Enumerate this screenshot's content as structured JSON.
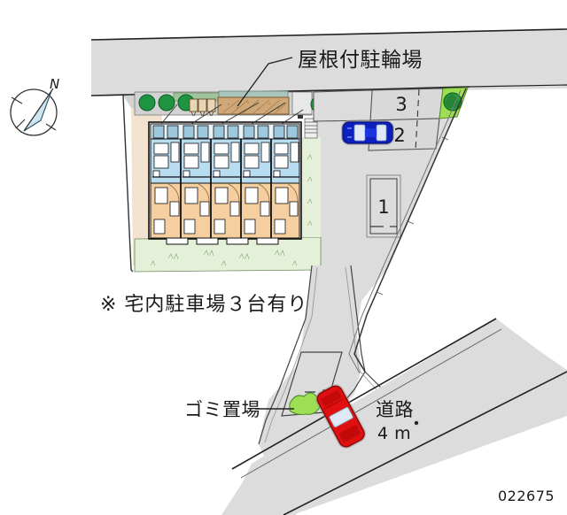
{
  "document": {
    "type": "property-site-plan",
    "id_number": "022675",
    "background_color": "#ffffff"
  },
  "compass": {
    "name": "north-arrow",
    "direction_label": "N",
    "needle_color": "#cfe6f2",
    "outline_color": "#333333"
  },
  "annotations": {
    "bicycle_parking": "屋根付駐輪場",
    "note_parking": "※ 宅内駐車場３台有り",
    "trash_area": "ゴミ置場",
    "road_name": "道路",
    "road_width": "4 m"
  },
  "parking_spaces": [
    {
      "label": "1",
      "occupied": false
    },
    {
      "label": "2",
      "occupied": true,
      "car_color": "#0e1fc0"
    },
    {
      "label": "3",
      "occupied": false
    }
  ],
  "vehicles": [
    {
      "name": "blue-car",
      "color": "#0e1fc0",
      "location": "parking-space-2"
    },
    {
      "name": "red-car",
      "color": "#e01010",
      "location": "road"
    }
  ],
  "building": {
    "name": "apartment-building",
    "unit_count": 5,
    "upper_room_color": "#b8dcf0",
    "lower_room_color": "#f5cfa0",
    "outline_color": "#111111"
  },
  "landscape": {
    "lawn_color": "#e4f0d8",
    "tree_color": "#1f9440",
    "shrub_color": "#9ede55",
    "tree_count_top_left": 3,
    "tree_count_top_right": 1
  },
  "surfaces": {
    "road_color": "#d9d9d9",
    "site_paving_color": "#d7d7d7",
    "driveway_color": "#dcdcdc",
    "bike_shelter_color": "#d0a878",
    "bike_shelter_roof_color": "#a9c4bd",
    "sand_color": "#f1e3cf"
  }
}
